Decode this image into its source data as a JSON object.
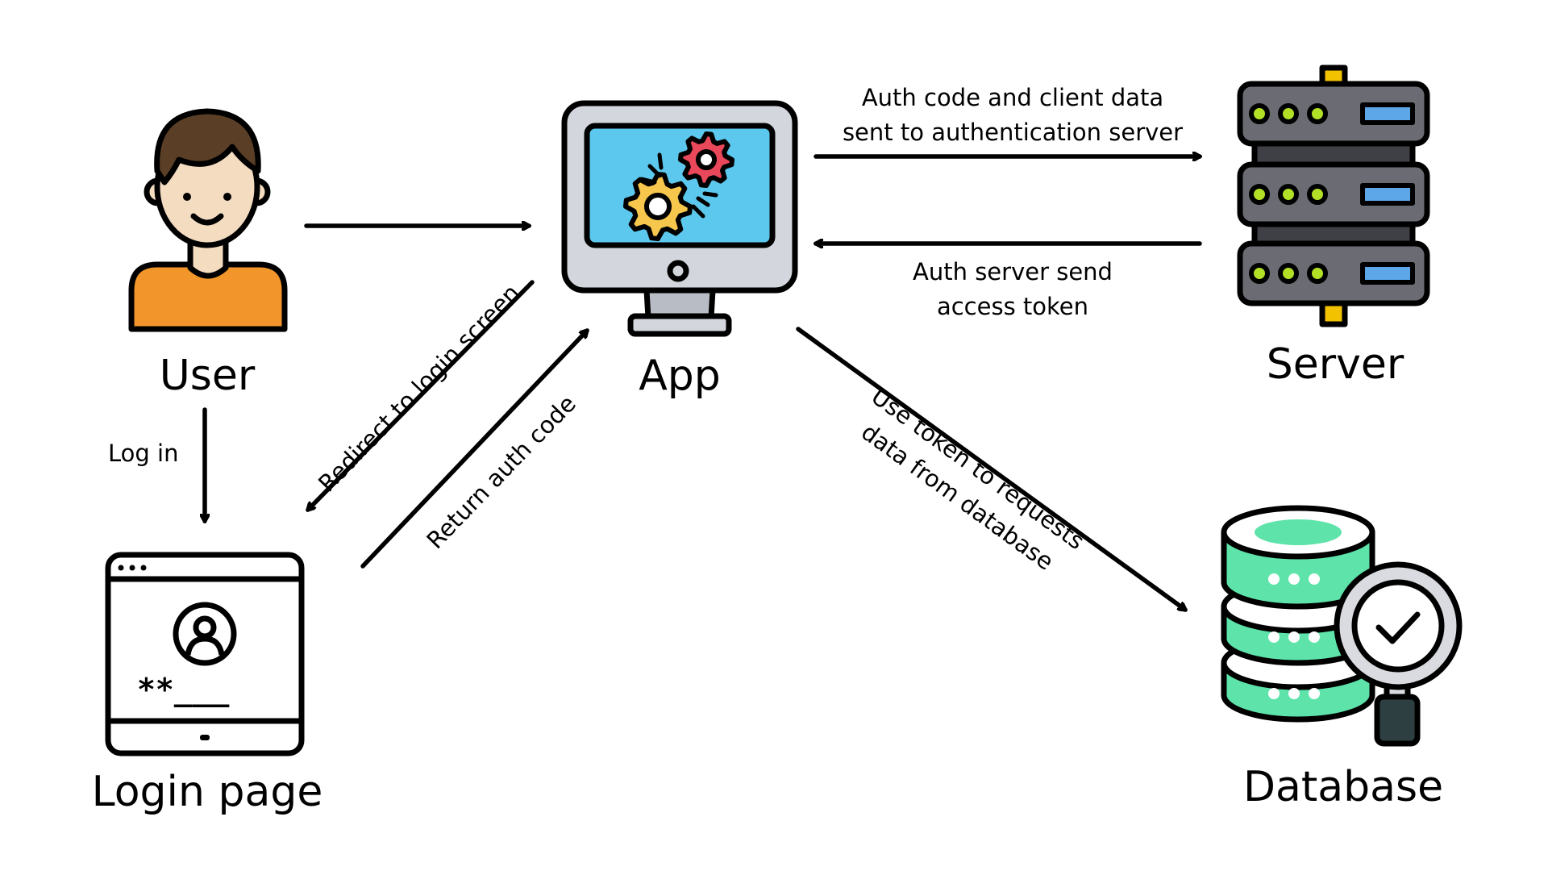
{
  "nodes": {
    "user": "User",
    "app": "App",
    "server": "Server",
    "login_page": "Login page",
    "database": "Database"
  },
  "edges": {
    "login": "Log in",
    "redirect": "Redirect to login screen",
    "return_code": "Return auth code",
    "auth_code": [
      "Auth code and client data",
      "sent to authentication server"
    ],
    "access_token": [
      "Auth server send",
      "access token"
    ],
    "use_token": [
      "Use token to requests",
      "data from database"
    ]
  },
  "login_form": {
    "password_mask": "**___"
  },
  "icons": {
    "user": "person-avatar-icon",
    "app": "monitor-with-gears-icon",
    "server": "server-rack-icon",
    "login_page": "browser-login-window-icon",
    "database": "database-with-magnifier-check-icon"
  },
  "colors": {
    "user_shirt": "#F2962B",
    "user_skin": "#F4DCC1",
    "user_hair": "#5A3F26",
    "screen": "#5CC8EE",
    "gear_yellow": "#F7C64C",
    "gear_red": "#E8485A",
    "monitor": "#D3D6DC",
    "server_body": "#6B6C73",
    "server_led": "#B2E026",
    "server_slot": "#5DA6E8",
    "server_accent": "#F2C100",
    "db_green": "#5EE3AA",
    "magnifier_ring": "#D9DBE0",
    "magnifier_handle": "#2E3F42"
  }
}
